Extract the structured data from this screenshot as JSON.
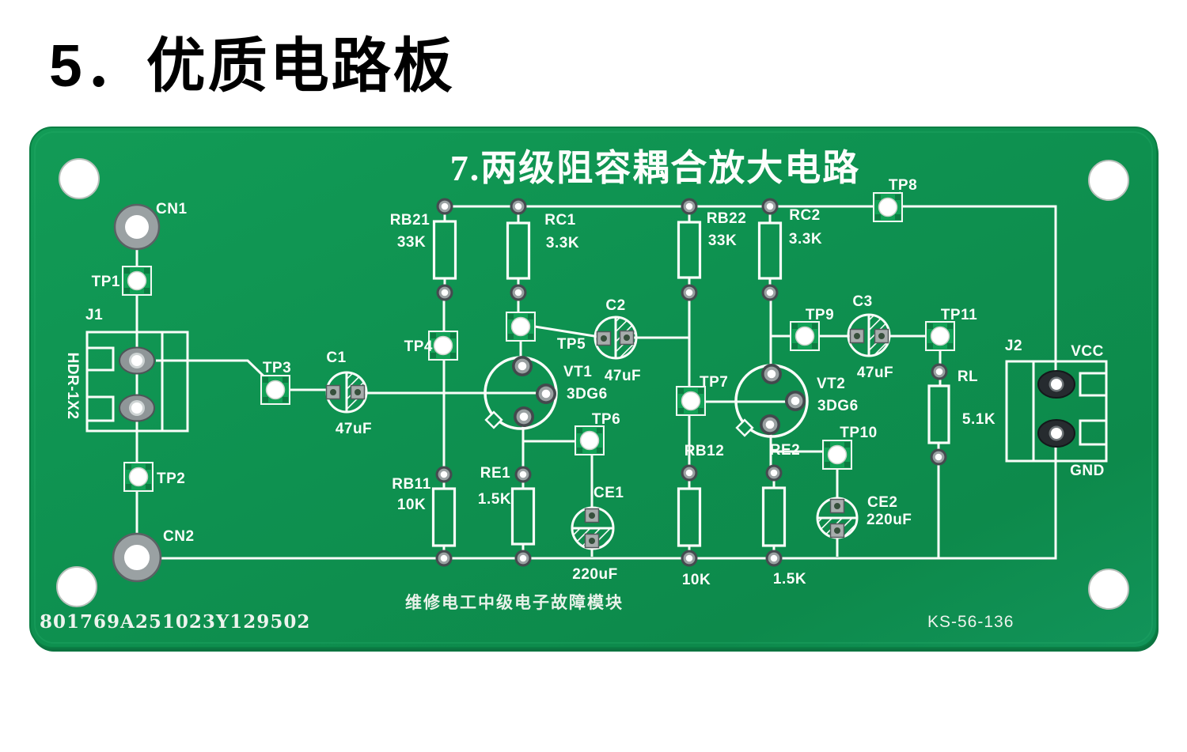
{
  "page": {
    "heading": "5．优质电路板"
  },
  "board": {
    "title": "7.两级阻容耦合放大电路",
    "footer_text": "维修电工中级电子故障模块",
    "serial_number": "801769A251023Y129502",
    "model_number": "KS-56-136",
    "colors": {
      "board_green": "#0E9150",
      "board_green_light": "#17A35C",
      "board_green_dark": "#0B7A43",
      "silkscreen_white": "#FAFDF9",
      "testpoint_green": "#12A156",
      "pad_gray": "#9AA1A2",
      "hole_white": "#FFFFFF"
    },
    "connectors": {
      "cn1": "CN1",
      "cn2": "CN2",
      "j1": {
        "ref": "J1",
        "type": "HDR-1X2"
      },
      "j2": {
        "ref": "J2",
        "pin_vcc": "VCC",
        "pin_gnd": "GND"
      }
    },
    "test_points": {
      "tp1": "TP1",
      "tp2": "TP2",
      "tp3": "TP3",
      "tp4": "TP4",
      "tp5": "TP5",
      "tp6": "TP6",
      "tp7": "TP7",
      "tp8": "TP8",
      "tp9": "TP9",
      "tp10": "TP10",
      "tp11": "TP11"
    },
    "components": {
      "rb21": {
        "ref": "RB21",
        "value": "33K"
      },
      "rc1": {
        "ref": "RC1",
        "value": "3.3K"
      },
      "rb22": {
        "ref": "RB22",
        "value": "33K"
      },
      "rc2": {
        "ref": "RC2",
        "value": "3.3K"
      },
      "rb11": {
        "ref": "RB11",
        "value": "10K"
      },
      "re1": {
        "ref": "RE1",
        "value": "1.5K"
      },
      "rb12": {
        "ref": "RB12",
        "value": "10K"
      },
      "re2": {
        "ref": "RE2",
        "value": "1.5K"
      },
      "rl": {
        "ref": "RL",
        "value": "5.1K"
      },
      "c1": {
        "ref": "C1",
        "value": "47uF"
      },
      "c2": {
        "ref": "C2",
        "value": "47uF"
      },
      "c3": {
        "ref": "C3",
        "value": "47uF"
      },
      "ce1": {
        "ref": "CE1",
        "value": "220uF"
      },
      "ce2": {
        "ref": "CE2",
        "value": "220uF"
      },
      "vt1": {
        "ref": "VT1",
        "value": "3DG6"
      },
      "vt2": {
        "ref": "VT2",
        "value": "3DG6"
      }
    }
  }
}
